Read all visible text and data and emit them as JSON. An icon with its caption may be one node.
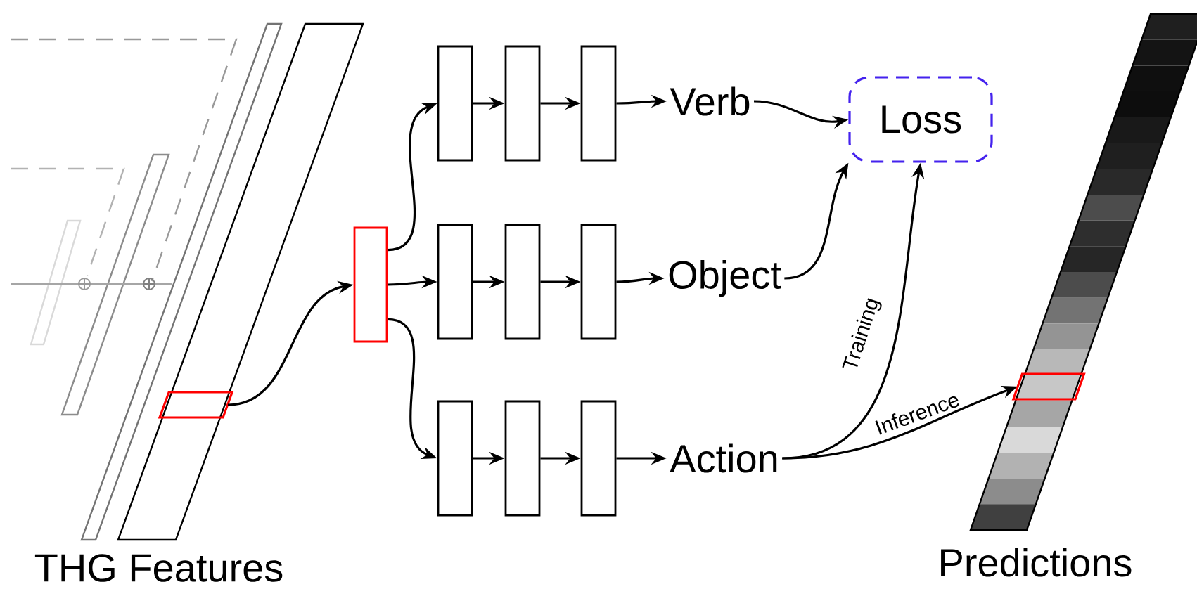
{
  "diagram": {
    "nodes": [
      {
        "text": [
          "THG Features"
        ]
      },
      {
        "text": [],
        "shape": "box",
        "in": 0
      },
      {
        "text": [],
        "shape": "box"
      },
      {
        "text": [],
        "shape": "box"
      },
      {
        "text": [],
        "shape": "box"
      },
      {
        "text": [],
        "shape": "box"
      },
      {
        "text": [],
        "shape": "box"
      },
      {
        "text": [],
        "shape": "box"
      },
      {
        "text": [],
        "shape": "box"
      },
      {
        "text": [],
        "shape": "box"
      },
      {
        "text": [],
        "shape": "box"
      },
      {
        "text": [],
        "shape": "box"
      },
      {
        "text": [
          "Verb"
        ]
      },
      {
        "text": [
          "Object"
        ]
      },
      {
        "text": [
          "Action"
        ]
      },
      {
        "text": [
          "Loss"
        ]
      },
      {
        "text": [
          "Predictions"
        ]
      },
      {
        "text": [],
        "shape": "box",
        "in": 16
      }
    ],
    "edges": [
      {
        "from": 1,
        "to": 2,
        "arrow": "to"
      },
      {
        "from": 2,
        "to": 3,
        "arrow": "to"
      },
      {
        "from": 2,
        "to": 6,
        "arrow": "to"
      },
      {
        "from": 2,
        "to": 9,
        "arrow": "to"
      },
      {
        "from": 3,
        "to": 4,
        "arrow": "to"
      },
      {
        "from": 4,
        "to": 5,
        "arrow": "to"
      },
      {
        "from": 5,
        "to": 12,
        "arrow": "to"
      },
      {
        "from": 6,
        "to": 7,
        "arrow": "to"
      },
      {
        "from": 7,
        "to": 8,
        "arrow": "to"
      },
      {
        "from": 8,
        "to": 13,
        "arrow": "to"
      },
      {
        "from": 9,
        "to": 10,
        "arrow": "to"
      },
      {
        "from": 10,
        "to": 11,
        "arrow": "to"
      },
      {
        "from": 11,
        "to": 14,
        "arrow": "to"
      },
      {
        "from": 12,
        "to": 15,
        "arrow": "to"
      },
      {
        "from": 13,
        "to": 15,
        "arrow": "to"
      },
      {
        "from": 14,
        "to": 15,
        "arrow": "to",
        "label": "Training"
      },
      {
        "from": 14,
        "to": 17,
        "arrow": "to",
        "label": "Inference"
      }
    ]
  }
}
